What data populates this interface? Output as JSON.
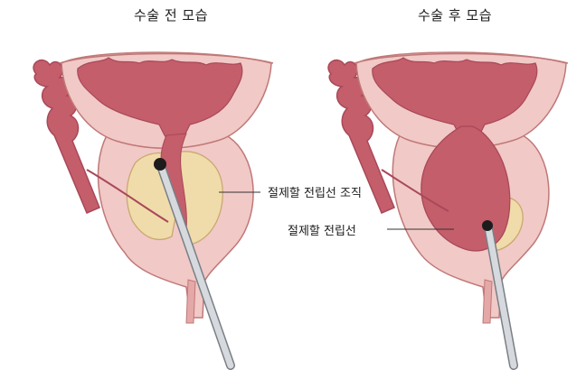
{
  "titles": {
    "before": "수술 전 모습",
    "after": "수술 후 모습"
  },
  "labels": {
    "tissue": "절제할 전립선 조직",
    "resected": "절제할 전립선"
  },
  "colors": {
    "bladder_wall": "#f1c9c6",
    "bladder_outline": "#c07878",
    "cavity": "#c45e6a",
    "prostate_tissue": "#f0dcaa",
    "tissue_outline": "#caa872",
    "instrument": "#cfd3d8",
    "leader_line": "#333333"
  }
}
